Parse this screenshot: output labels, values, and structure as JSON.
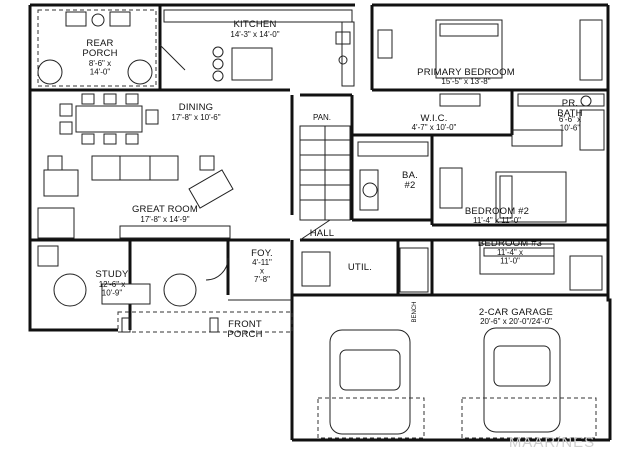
{
  "rooms": {
    "rear_porch": {
      "name": "REAR\nPORCH",
      "size": "8'-6\" x\n14'-0\""
    },
    "kitchen": {
      "name": "KITCHEN",
      "size": "14'-3\" x 14'-0\""
    },
    "primary_bedroom": {
      "name": "PRIMARY BEDROOM",
      "size": "15'-5\" x 13'-8\""
    },
    "dining": {
      "name": "DINING",
      "size": "17'-8\" x 10'-6\""
    },
    "pantry": {
      "name": "PAN."
    },
    "wic": {
      "name": "W.I.C.",
      "size": "4'-7\" x 10'-0\""
    },
    "primary_bath": {
      "name": "PR.\nBATH",
      "size": "6'-6\" x\n10'-6\""
    },
    "bath2": {
      "name": "BA.\n#2"
    },
    "great_room": {
      "name": "GREAT ROOM",
      "size": "17'-8\" x 14'-9\""
    },
    "bedroom2": {
      "name": "BEDROOM #2",
      "size": "11'-4\" x 11'-0\""
    },
    "hall": {
      "name": "HALL"
    },
    "bedroom3": {
      "name": "BEDROOM #3",
      "size": "11'-4\" x\n11'-0\""
    },
    "study": {
      "name": "STUDY",
      "size": "12'-6\" x\n10'-9\""
    },
    "foyer": {
      "name": "FOY.",
      "size": "4'-11\"\nx\n7'-8\""
    },
    "utility": {
      "name": "UTIL."
    },
    "bench": {
      "name": "BENCH"
    },
    "front_porch": {
      "name": "FRONT\nPORCH"
    },
    "garage": {
      "name": "2-CAR GARAGE",
      "size": "20'-6\" x 20'-0\"/24'-0\""
    }
  },
  "watermark": "MAAR/NES",
  "colors": {
    "line": "#111111",
    "watermark": "#cfcfcf",
    "background": "#ffffff"
  }
}
